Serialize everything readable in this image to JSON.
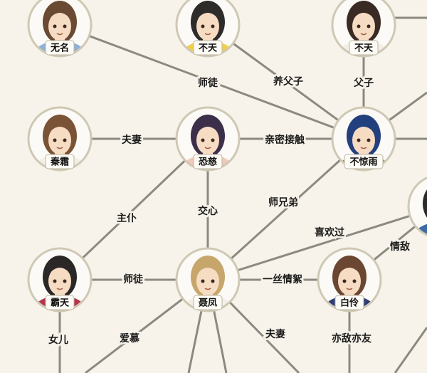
{
  "nodes": [
    {
      "id": "wuming",
      "name": "无名",
      "hair": "#6b4a34",
      "cloth": "#8fb0d8"
    },
    {
      "id": "butian1",
      "name": "不天",
      "hair": "#2e2b2b",
      "cloth": "#f1cf4a"
    },
    {
      "id": "butian2",
      "name": "不天",
      "hair": "#3a2a24",
      "cloth": "#f4efe6"
    },
    {
      "id": "qinshuang",
      "name": "秦霜",
      "hair": "#7a5236",
      "cloth": "#f4efe6"
    },
    {
      "id": "kongci",
      "name": "恐慈",
      "hair": "#3b2f4a",
      "cloth": "#f2c9b8"
    },
    {
      "id": "bujingyu",
      "name": "不惊雨",
      "hair": "#23407e",
      "cloth": "#a08256"
    },
    {
      "id": "batian",
      "name": "霸天",
      "hair": "#2b2727",
      "cloth": "#b6354a"
    },
    {
      "id": "niefeng",
      "name": "聂凤",
      "hair": "#c7a66b",
      "cloth": "#f4efe6"
    },
    {
      "id": "bailing",
      "name": "白伶",
      "hair": "#6b4630",
      "cloth": "#2f3f78"
    },
    {
      "id": "right",
      "name": "",
      "hair": "#2b2b2b",
      "cloth": "#3d6aa8"
    }
  ],
  "edges": [
    {
      "label": "师徒"
    },
    {
      "label": "养父子"
    },
    {
      "label": "父子"
    },
    {
      "label": "夫妻"
    },
    {
      "label": "亲密接触"
    },
    {
      "label": "主仆"
    },
    {
      "label": "交心"
    },
    {
      "label": "师兄弟"
    },
    {
      "label": "喜欢过"
    },
    {
      "label": "情敌"
    },
    {
      "label": "师徒"
    },
    {
      "label": "一丝情絮"
    },
    {
      "label": "女儿"
    },
    {
      "label": "爱慕"
    },
    {
      "label": "夫妻"
    },
    {
      "label": "亦敌亦友"
    }
  ],
  "colors": {
    "background": "#f7f3ea",
    "edge": "#8c8a80",
    "node_border": "#cfc8b4"
  }
}
